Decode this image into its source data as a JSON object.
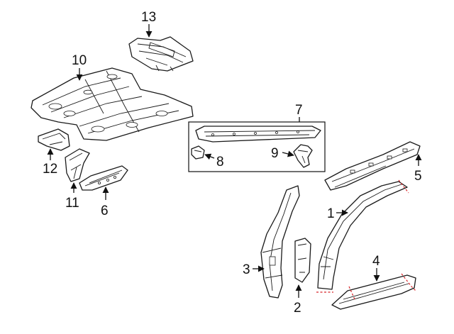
{
  "callouts": {
    "c1": "1",
    "c2": "2",
    "c3": "3",
    "c4": "4",
    "c5": "5",
    "c6": "6",
    "c7": "7",
    "c8": "8",
    "c9": "9",
    "c10": "10",
    "c11": "11",
    "c12": "12",
    "c13": "13"
  },
  "colors": {
    "line": "#1a1a1a",
    "cut_marks": "#d8262a",
    "background": "#ffffff"
  }
}
